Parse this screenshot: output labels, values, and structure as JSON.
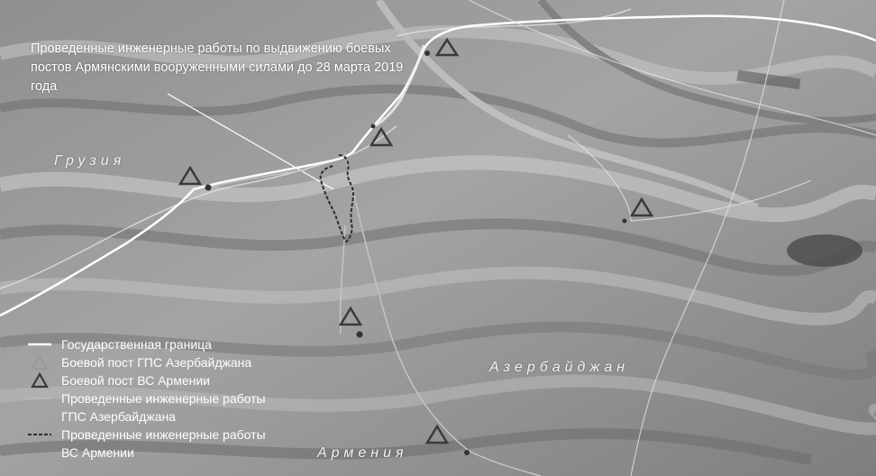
{
  "annotation": {
    "text": "Проведенные инженерные работы по выдвижению боевых постов Армянскими вооруженными силами до 28 марта 2019 года"
  },
  "regions": {
    "georgia": "Грузия",
    "azerbaijan": "Азербайджан",
    "armenia": "Армения"
  },
  "legend": {
    "border": "Государственная граница",
    "post_azerbaijan": "Боевой пост ГПС Азербайджана",
    "post_armenia": "Боевой пост ВС Армении",
    "works_azerbaijan": "Проведенные инженерные работы\nГПС Азербайджана",
    "works_armenia": "Проведенные инженерные работы\nВС Армении"
  },
  "colors": {
    "border": "#ffffff",
    "post_azerbaijan": "#9a9a9a",
    "post_armenia": "#3a3a3a",
    "works_azerbaijan": "#bdbdbd",
    "works_armenia": "#2e2e2e"
  }
}
